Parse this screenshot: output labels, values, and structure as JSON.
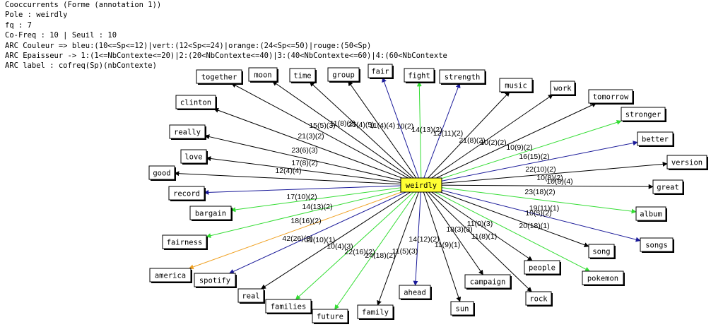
{
  "header": {
    "lines": [
      "Cooccurrents (Forme (annotation 1))",
      "Pole : weirdly",
      "fq : 7",
      "Co-Freq : 10 | Seuil : 10",
      "ARC Couleur => bleu:(10<=Sp<=12)|vert:(12<Sp<=24)|orange:(24<Sp<=50)|rouge:(50<Sp)",
      "ARC Epaisseur -> 1:(1<=NbContexte<=20)|2:(20<NbContexte<=40)|3:(40<NbContexte<=60)|4:(60<NbContexte",
      "ARC label : cofreq(Sp)(nbContexte)"
    ]
  },
  "colors": {
    "black": "#000000",
    "blue": "#1a1a99",
    "green": "#33dd33",
    "orange": "#f0a020",
    "pole": "#ffff33"
  },
  "pole": {
    "label": "weirdly"
  },
  "nodes": [
    {
      "id": "together",
      "label": "together"
    },
    {
      "id": "moon",
      "label": "moon"
    },
    {
      "id": "time",
      "label": "time"
    },
    {
      "id": "group",
      "label": "group"
    },
    {
      "id": "fair",
      "label": "fair"
    },
    {
      "id": "fight",
      "label": "fight"
    },
    {
      "id": "strength",
      "label": "strength"
    },
    {
      "id": "music",
      "label": "music"
    },
    {
      "id": "work",
      "label": "work"
    },
    {
      "id": "tomorrow",
      "label": "tomorrow"
    },
    {
      "id": "stronger",
      "label": "stronger"
    },
    {
      "id": "better",
      "label": "better"
    },
    {
      "id": "version",
      "label": "version"
    },
    {
      "id": "great",
      "label": "great"
    },
    {
      "id": "album",
      "label": "album"
    },
    {
      "id": "songs",
      "label": "songs"
    },
    {
      "id": "song",
      "label": "song"
    },
    {
      "id": "pokemon",
      "label": "pokemon"
    },
    {
      "id": "people",
      "label": "people"
    },
    {
      "id": "rock",
      "label": "rock"
    },
    {
      "id": "campaign",
      "label": "campaign"
    },
    {
      "id": "sun",
      "label": "sun"
    },
    {
      "id": "ahead",
      "label": "ahead"
    },
    {
      "id": "family",
      "label": "family"
    },
    {
      "id": "future",
      "label": "future"
    },
    {
      "id": "families",
      "label": "families"
    },
    {
      "id": "real",
      "label": "real"
    },
    {
      "id": "spotify",
      "label": "spotify"
    },
    {
      "id": "america",
      "label": "america"
    },
    {
      "id": "fairness",
      "label": "fairness"
    },
    {
      "id": "bargain",
      "label": "bargain"
    },
    {
      "id": "record",
      "label": "record"
    },
    {
      "id": "good",
      "label": "good"
    },
    {
      "id": "love",
      "label": "love"
    },
    {
      "id": "really",
      "label": "really"
    },
    {
      "id": "clinton",
      "label": "clinton"
    }
  ],
  "edge_labels": [
    "15(5)(3)",
    "11(8)(2)",
    "25(4)(5)",
    "11(4)(4)",
    "10(2)",
    "14(13)(2)",
    "12(11)(2)",
    "21(8)(2)",
    "10(2)(2)",
    "21(3)(2)",
    "23(6)(3)",
    "17(8)(2)",
    "12(4)(4)",
    "10(9)(2)",
    "16(15)(2)",
    "22(10)(2)",
    "10(8)(2)",
    "10(8)(4)",
    "23(18)(2)",
    "19(11)(1)",
    "10(5)(2)",
    "20(18)(1)",
    "17(10)(2)",
    "14(13)(2)",
    "18(16)(2)",
    "42(26)(3)",
    "11(10)(1)",
    "10(4)(3)",
    "22(16)(2)",
    "24(18)(2)",
    "11(5)(3)",
    "14(12)(2)",
    "11(9)(1)",
    "18(3)(3)",
    "11(0)(3)",
    "11(8)(1)"
  ]
}
